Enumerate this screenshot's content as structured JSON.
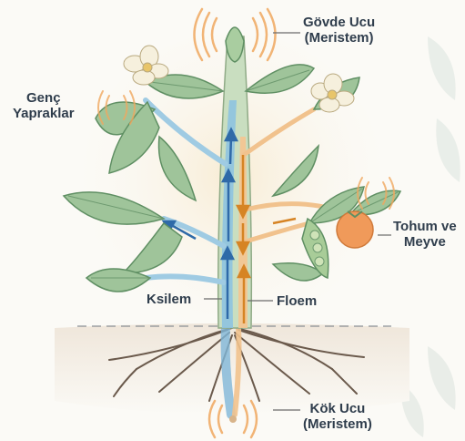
{
  "labels": {
    "shoot_tip": {
      "line1": "Gövde Ucu",
      "line2": "(Meristem)"
    },
    "young_leaves": {
      "line1": "Genç",
      "line2": "Yapraklar"
    },
    "seed_fruit": {
      "line1": "Tohum ve",
      "line2": "Meyve"
    },
    "xylem": "Ksilem",
    "phloem": "Floem",
    "root_tip": {
      "line1": "Kök Ucu",
      "line2": "(Meristem)"
    }
  },
  "colors": {
    "xylem": "#3c78b4",
    "phloem": "#e69a3c",
    "leaf": "#8fb98a",
    "leaf_dark": "#5f8f63",
    "signal": "#f0a860",
    "fruit": "#f09a5a",
    "soil": "#e8dccd",
    "root": "#6b5a4c"
  }
}
